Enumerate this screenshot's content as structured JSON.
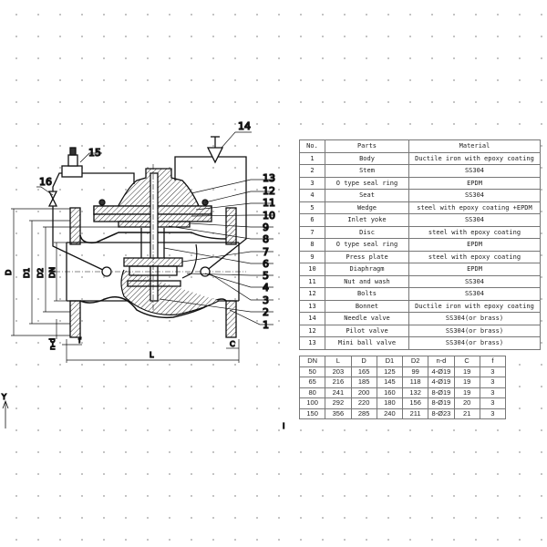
{
  "drawing": {
    "callouts": [
      "1",
      "2",
      "3",
      "4",
      "5",
      "6",
      "7",
      "8",
      "9",
      "10",
      "11",
      "12",
      "13",
      "14",
      "15",
      "16"
    ],
    "dimension_labels": {
      "D": "D",
      "D1": "D1",
      "D2": "D2",
      "DN": "DN",
      "L": "L",
      "nd": "n-d",
      "f": "f",
      "C": "C"
    },
    "axis_label": "Y",
    "cursor_mark": "I"
  },
  "parts_table": {
    "headers": [
      "No.",
      "Parts",
      "Material"
    ],
    "rows": [
      [
        "1",
        "Body",
        "Ductile iron with epoxy coating"
      ],
      [
        "2",
        "Stem",
        "SS304"
      ],
      [
        "3",
        "O type seal ring",
        "EPDM"
      ],
      [
        "4",
        "Seat",
        "SS304"
      ],
      [
        "5",
        "Wedge",
        "steel with epoxy coating +EPDM"
      ],
      [
        "6",
        "Inlet yoke",
        "SS304"
      ],
      [
        "7",
        "Disc",
        "steel with epoxy coating"
      ],
      [
        "8",
        "O type seal ring",
        "EPDM"
      ],
      [
        "9",
        "Press plate",
        "steel with epoxy coating"
      ],
      [
        "10",
        "Diaphragm",
        "EPDM"
      ],
      [
        "11",
        "Nut and wash",
        "SS304"
      ],
      [
        "12",
        "Bolts",
        "SS304"
      ],
      [
        "13",
        "Bonnet",
        "Ductile iron with epoxy coating"
      ],
      [
        "14",
        "Needle valve",
        "SS304(or brass)"
      ],
      [
        "12",
        "Pilot valve",
        "SS304(or brass)"
      ],
      [
        "13",
        "Mini ball valve",
        "SS304(or brass)"
      ]
    ]
  },
  "dimensions_table": {
    "headers": [
      "DN",
      "L",
      "D",
      "D1",
      "D2",
      "n-d",
      "C",
      "f"
    ],
    "rows": [
      [
        "50",
        "203",
        "165",
        "125",
        "99",
        "4-Ø19",
        "19",
        "3"
      ],
      [
        "65",
        "216",
        "185",
        "145",
        "118",
        "4-Ø19",
        "19",
        "3"
      ],
      [
        "80",
        "241",
        "200",
        "160",
        "132",
        "8-Ø19",
        "19",
        "3"
      ],
      [
        "100",
        "292",
        "220",
        "180",
        "156",
        "8-Ø19",
        "20",
        "3"
      ],
      [
        "150",
        "356",
        "285",
        "240",
        "211",
        "8-Ø23",
        "21",
        "3"
      ]
    ]
  }
}
